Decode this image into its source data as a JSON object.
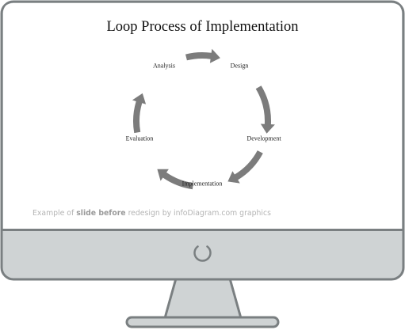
{
  "slide": {
    "title": "Loop Process of Implementation",
    "steps": [
      "Design",
      "Development",
      "Implementation",
      "Evaluation",
      "Analysis"
    ]
  },
  "caption": {
    "prefix": "Example of ",
    "highlight": "slide before",
    "suffix": " redesign by infoDiagram.com graphics"
  },
  "colors": {
    "monitor_fill": "#cfd3d4",
    "monitor_outline": "#7a7f81",
    "arrow": "#7c7c7c",
    "screen": "#ffffff"
  },
  "icons": {
    "power": "power-icon"
  }
}
